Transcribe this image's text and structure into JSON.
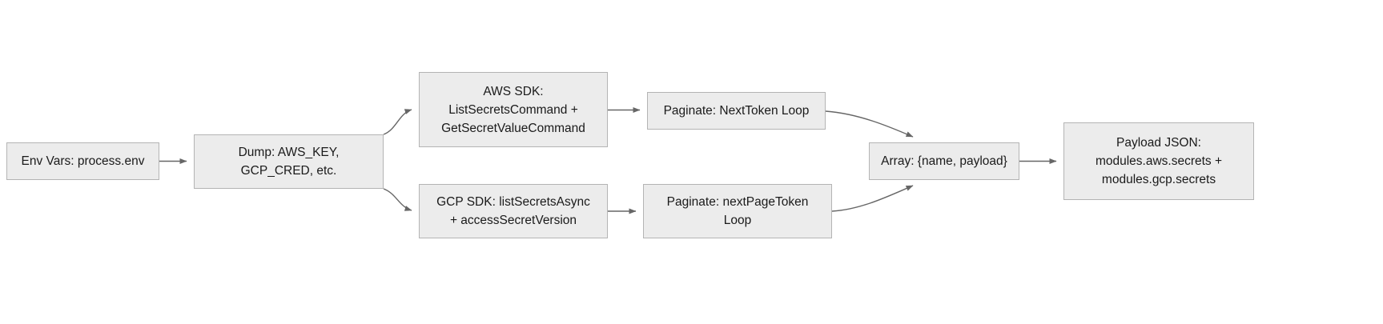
{
  "diagram": {
    "type": "flowchart",
    "direction": "left-to-right",
    "background_color": "#ffffff",
    "node_fill_color": "#ececec",
    "node_border_color": "#b4b4b4",
    "edge_color": "#666666",
    "text_color": "#1a1a1a",
    "nodes": [
      {
        "id": "env",
        "label": "Env Vars: process.env"
      },
      {
        "id": "dump",
        "label": "Dump: AWS_KEY,\nGCP_CRED, etc."
      },
      {
        "id": "aws",
        "label": "AWS SDK:\nListSecretsCommand +\nGetSecretValueCommand"
      },
      {
        "id": "awspag",
        "label": "Paginate: NextToken Loop"
      },
      {
        "id": "gcp",
        "label": "GCP SDK: listSecretsAsync\n+ accessSecretVersion"
      },
      {
        "id": "gcppag",
        "label": "Paginate: nextPageToken\nLoop"
      },
      {
        "id": "array",
        "label": "Array: {name, payload}"
      },
      {
        "id": "payload",
        "label": "Payload JSON:\nmodules.aws.secrets +\nmodules.gcp.secrets"
      }
    ],
    "edges": [
      {
        "from": "env",
        "to": "dump",
        "label": ""
      },
      {
        "from": "dump",
        "to": "aws",
        "label": ""
      },
      {
        "from": "dump",
        "to": "gcp",
        "label": ""
      },
      {
        "from": "aws",
        "to": "awspag",
        "label": ""
      },
      {
        "from": "gcp",
        "to": "gcppag",
        "label": ""
      },
      {
        "from": "awspag",
        "to": "array",
        "label": ""
      },
      {
        "from": "gcppag",
        "to": "array",
        "label": ""
      },
      {
        "from": "array",
        "to": "payload",
        "label": ""
      }
    ]
  }
}
